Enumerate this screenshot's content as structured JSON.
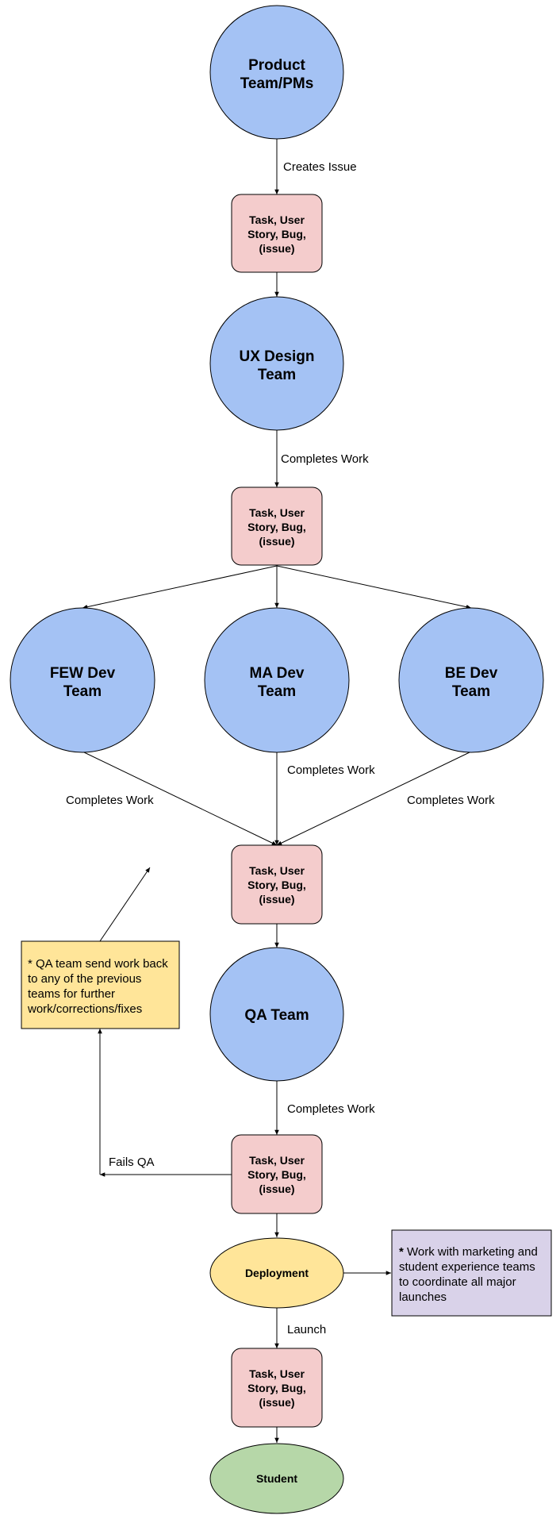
{
  "colors": {
    "team_fill": "#a4c2f4",
    "issue_fill": "#f4cccc",
    "deployment_fill": "#ffe599",
    "student_fill": "#b6d7a8",
    "qa_note_fill": "#ffe599",
    "launch_note_fill": "#d9d2e9",
    "stroke": "#000000"
  },
  "nodes": {
    "product_team": {
      "line1": "Product",
      "line2": "Team/PMs"
    },
    "ux_team": {
      "line1": "UX Design",
      "line2": "Team"
    },
    "few_team": {
      "line1": "FEW Dev",
      "line2": "Team"
    },
    "ma_team": {
      "line1": "MA Dev",
      "line2": "Team"
    },
    "be_team": {
      "line1": "BE Dev",
      "line2": "Team"
    },
    "qa_team": {
      "label": "QA Team"
    },
    "deployment": {
      "label": "Deployment"
    },
    "student": {
      "label": "Student"
    },
    "issue": {
      "line1": "Task, User",
      "line2": "Story, Bug,",
      "line3": "(issue)"
    }
  },
  "edges": {
    "creates_issue": "Creates Issue",
    "completes_work": "Completes Work",
    "fails_qa": "Fails QA",
    "launch": "Launch"
  },
  "notes": {
    "qa_note": {
      "line1": "* QA team send work back",
      "line2": "to any of the previous",
      "line3": "teams for further",
      "line4": "work/corrections/fixes"
    },
    "launch_note": {
      "line1_mark": "*",
      "line1": " Work with marketing and",
      "line2": "student experience teams",
      "line3": "to coordinate all major",
      "line4": "launches"
    }
  }
}
